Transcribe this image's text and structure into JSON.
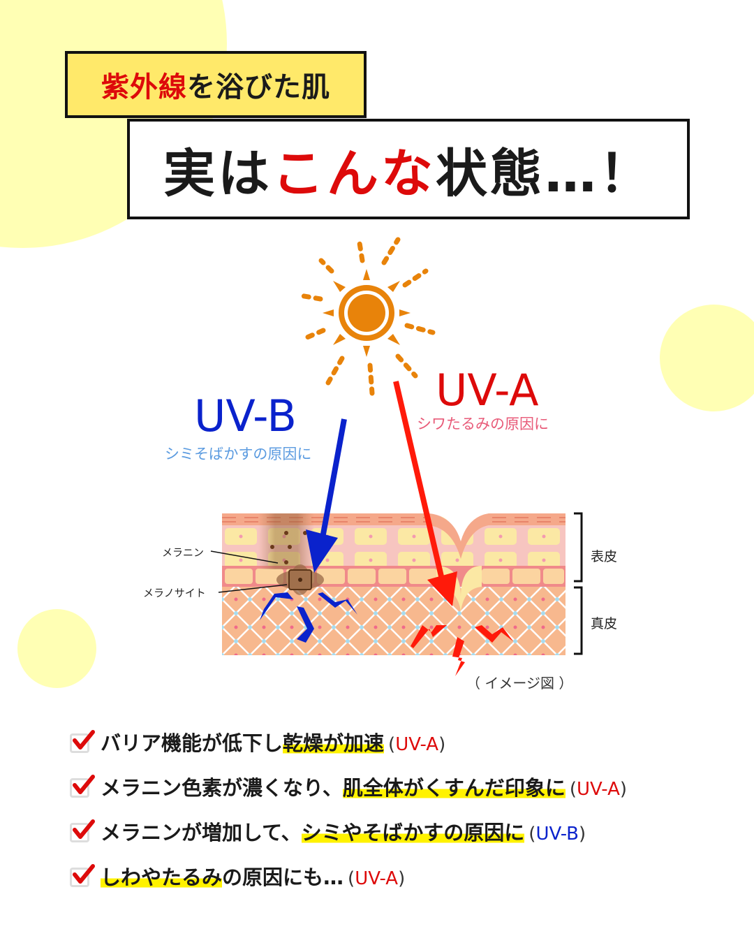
{
  "header": {
    "subtitle_red": "紫外線",
    "subtitle_rest": "を浴びた肌",
    "title_part1": "実は",
    "title_red": "こんな",
    "title_part2": "状態…！"
  },
  "diagram": {
    "uvb": {
      "title": "UV-B",
      "subtitle": "シミそばかすの原因に",
      "color": "#0a22cc"
    },
    "uva": {
      "title": "UV-A",
      "subtitle": "シワたるみの原因に",
      "color": "#dd0a0a"
    },
    "labels": {
      "melanin": "メラニン",
      "melanocyte": "メラノサイト",
      "epidermis": "表皮",
      "dermis": "真皮",
      "image_note": "（ イメージ図 ）"
    },
    "sun_icon": "sun-icon"
  },
  "checklist": [
    {
      "plain": "バリア機能が低下し",
      "highlight": "乾燥が加速",
      "after": "",
      "tag": "UV-A",
      "tag_type": "a"
    },
    {
      "plain": "メラニン色素が濃くなり、",
      "highlight": "肌全体がくすんだ印象に",
      "after": "",
      "tag": "UV-A",
      "tag_type": "a"
    },
    {
      "plain": "メラニンが増加して、",
      "highlight": "シミやそばかすの原因に",
      "after": "",
      "tag": "UV-B",
      "tag_type": "b"
    },
    {
      "plain": "",
      "highlight": "しわやたるみ",
      "after": "の原因にも…",
      "tag": "UV-A",
      "tag_type": "a"
    }
  ],
  "colors": {
    "accent_red": "#dd0a0a",
    "uvb_blue": "#0a22cc",
    "highlight_yellow": "#fff200",
    "bg_blob": "#ffffb4",
    "sun_orange": "#e8830a",
    "label_yellow": "#ffe96a"
  }
}
